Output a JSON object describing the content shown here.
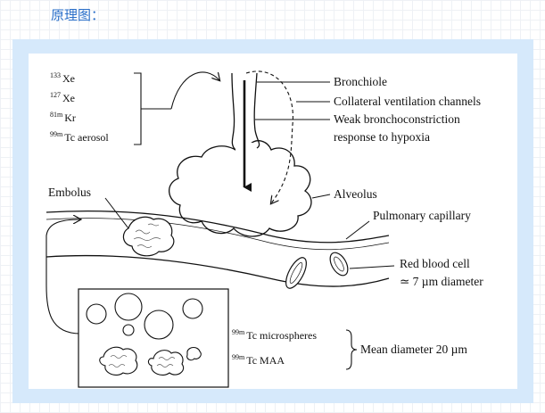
{
  "page": {
    "heading": "原理图："
  },
  "diagram": {
    "isotopes": [
      {
        "mass": "133",
        "symbol": "Xe"
      },
      {
        "mass": "127",
        "symbol": "Xe"
      },
      {
        "mass": "81m",
        "symbol": "Kr"
      },
      {
        "mass": "99m",
        "symbol": "Tc aerosol"
      }
    ],
    "labels": {
      "bronchiole": "Bronchiole",
      "collateral": "Collateral ventilation channels",
      "weak_line1": "Weak bronchoconstriction",
      "weak_line2": "response to hypoxia",
      "alveolus": "Alveolus",
      "embolus": "Embolus",
      "pulmonary_capillary": "Pulmonary capillary",
      "rbc_line1": "Red blood cell",
      "rbc_line2": "≃ 7 µm diameter",
      "mean_diameter": "Mean diameter 20 µm"
    },
    "agents": [
      {
        "mass": "99m",
        "symbol": "Tc microspheres"
      },
      {
        "mass": "99m",
        "symbol": "Tc MAA"
      }
    ]
  }
}
